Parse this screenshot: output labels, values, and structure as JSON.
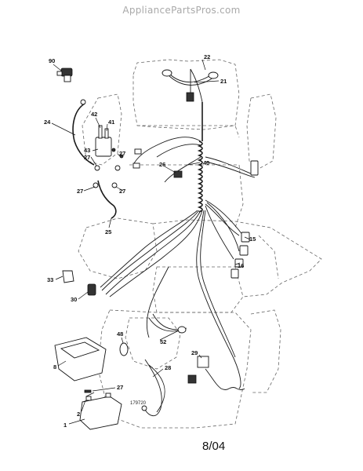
{
  "site": {
    "header": "AppliancePartsPros.com"
  },
  "diagram": {
    "callouts": {
      "p90": "90",
      "p22": "22",
      "p21": "21",
      "p24": "24",
      "p42": "42",
      "p41": "41",
      "p43": "43",
      "p27a": "27",
      "p27b": "27",
      "p27c": "27",
      "p27d": "27",
      "p27e": "27",
      "p26": "26",
      "p40": "40",
      "p25": "25",
      "p15": "15",
      "p16": "16",
      "p33": "33",
      "p30": "30",
      "p48": "48",
      "p52": "52",
      "p29": "29",
      "p8": "8",
      "p28": "28",
      "p2": "2",
      "p1": "1"
    },
    "drawing_code": "179720"
  },
  "footer": {
    "date": "8/04"
  }
}
